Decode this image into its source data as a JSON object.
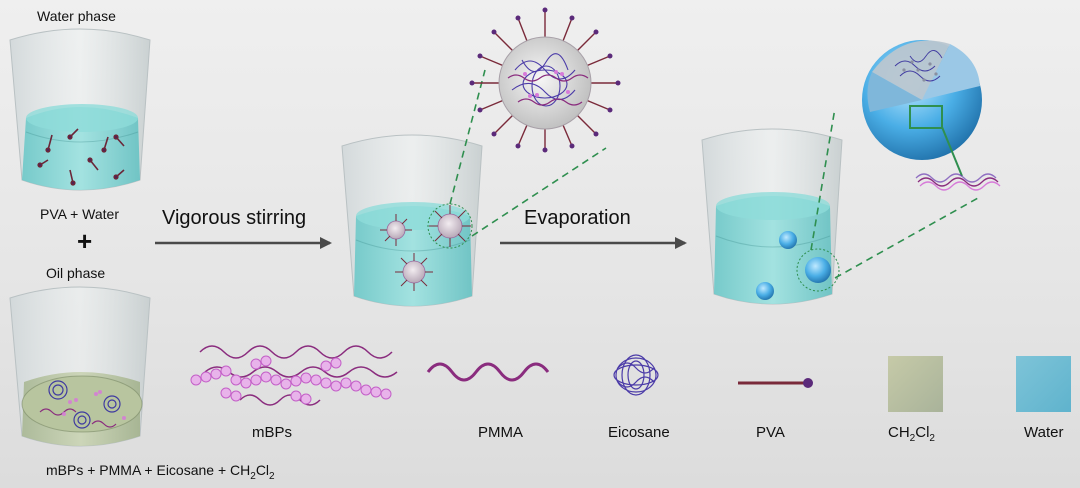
{
  "water_phase": {
    "title": "Water phase",
    "components": "PVA + Water"
  },
  "plus_sign": "+",
  "oil_phase": {
    "title": "Oil phase",
    "components_prefix": "mBPs + PMMA + Eicosane + CH",
    "components_sub1": "2",
    "components_mid": "Cl",
    "components_sub2": "2"
  },
  "steps": {
    "stirring": "Vigorous stirring",
    "evaporation": "Evaporation"
  },
  "legend": {
    "mbps": "mBPs",
    "pmma": "PMMA",
    "eicosane": "Eicosane",
    "pva": "PVA",
    "ch2cl2_prefix": "CH",
    "ch2cl2_sub1": "2",
    "ch2cl2_mid": "Cl",
    "ch2cl2_sub2": "2",
    "water": "Water"
  },
  "colors": {
    "water": "#7fd3d3",
    "oil": "#aebf98",
    "pva_stick": "#7a2a3a",
    "pva_head": "#5b2a7a",
    "pmma": "#8a2c7e",
    "mbps": "#d77ad9",
    "eicosane": "#4b3ba8",
    "microcapsule": "#3a9fd8",
    "arrow": "#4a4a4a",
    "dashed_line": "#2f8f4f"
  }
}
